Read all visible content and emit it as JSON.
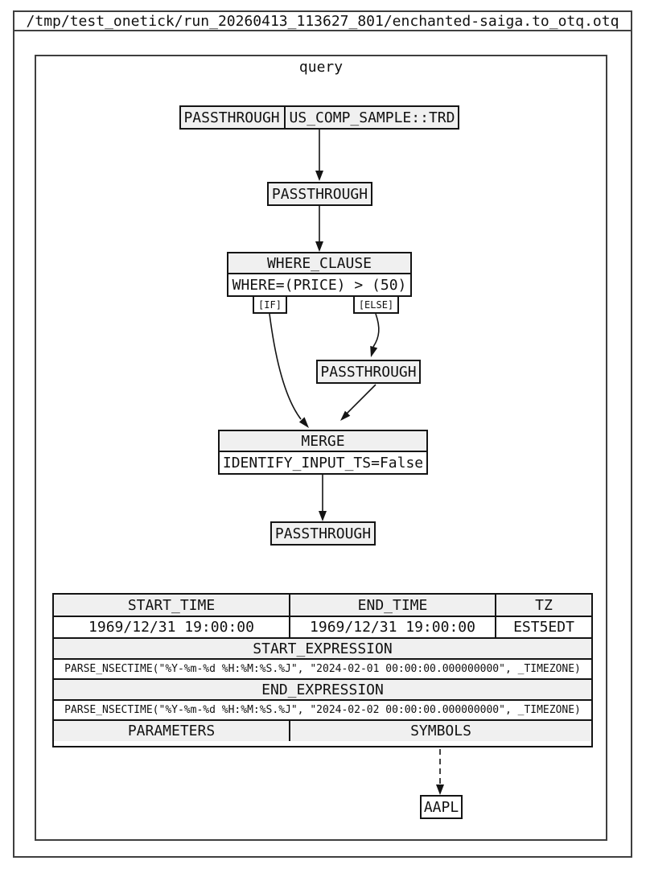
{
  "window": {
    "title": "/tmp/test_onetick/run_20260413_113627_801/enchanted-saiga.to_otq.otq"
  },
  "graph": {
    "label": "query",
    "nodes": {
      "source": {
        "ep": "PASSTHROUGH",
        "db_symbol": "US_COMP_SAMPLE::TRD"
      },
      "passthrough_top": {
        "label": "PASSTHROUGH"
      },
      "where_clause": {
        "title": "WHERE_CLAUSE",
        "param": "WHERE=(PRICE) > (50)",
        "port_if": "[IF]",
        "port_else": "[ELSE]"
      },
      "passthrough_else": {
        "label": "PASSTHROUGH"
      },
      "merge": {
        "title": "MERGE",
        "param": "IDENTIFY_INPUT_TS=False"
      },
      "passthrough_out": {
        "label": "PASSTHROUGH"
      },
      "symbol": {
        "label": "AAPL"
      }
    },
    "info_table": {
      "headers": {
        "start_time": "START_TIME",
        "end_time": "END_TIME",
        "tz": "TZ",
        "start_expression": "START_EXPRESSION",
        "end_expression": "END_EXPRESSION",
        "parameters": "PARAMETERS",
        "symbols": "SYMBOLS"
      },
      "values": {
        "start_time": "1969/12/31 19:00:00",
        "end_time": "1969/12/31 19:00:00",
        "tz": "EST5EDT",
        "start_expression": "PARSE_NSECTIME(\"%Y-%m-%d %H:%M:%S.%J\", \"2024-02-01 00:00:00.000000000\", _TIMEZONE)",
        "end_expression": "PARSE_NSECTIME(\"%Y-%m-%d %H:%M:%S.%J\", \"2024-02-02 00:00:00.000000000\", _TIMEZONE)"
      }
    },
    "colors": {
      "node_fill": "#f0f0f0",
      "node_border": "#141414",
      "frame_border": "#3f3f3f",
      "background": "#ffffff"
    }
  }
}
